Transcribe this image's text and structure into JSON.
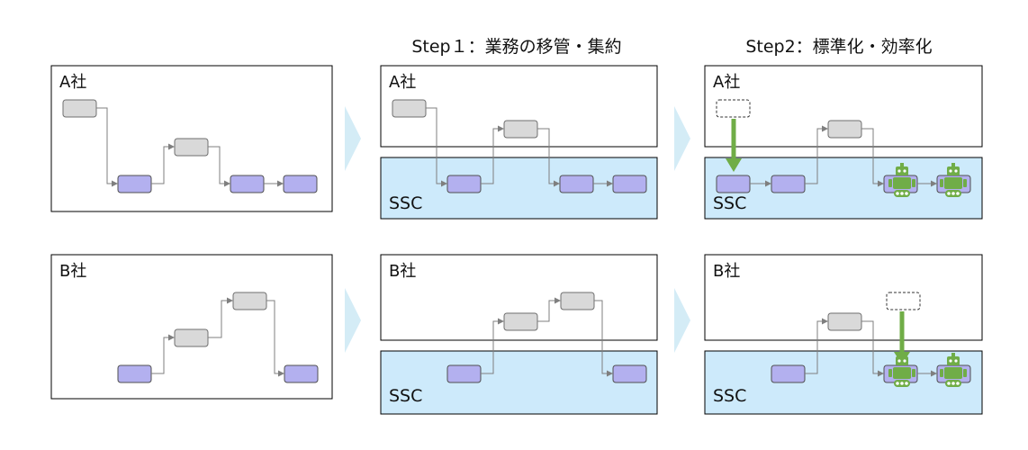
{
  "headers": {
    "step1": "Step１：業務の移管・集約",
    "step2": "Step2：標準化・効率化"
  },
  "labels": {
    "company_a": "A社",
    "company_b": "B社",
    "ssc": "SSC"
  },
  "colors": {
    "ssc_fill": "#cdeafb",
    "task_ssc_fill": "#b3b0ef",
    "task_company_fill": "#d9d9d9",
    "arrow_connector": "#7f7f7f",
    "chevron_fill": "#d4ecf6",
    "migration_arrow": "#70ad47",
    "robot": "#70ad47"
  },
  "icons": {
    "robot": "robot-icon",
    "chevron": "step-chevron-icon"
  }
}
